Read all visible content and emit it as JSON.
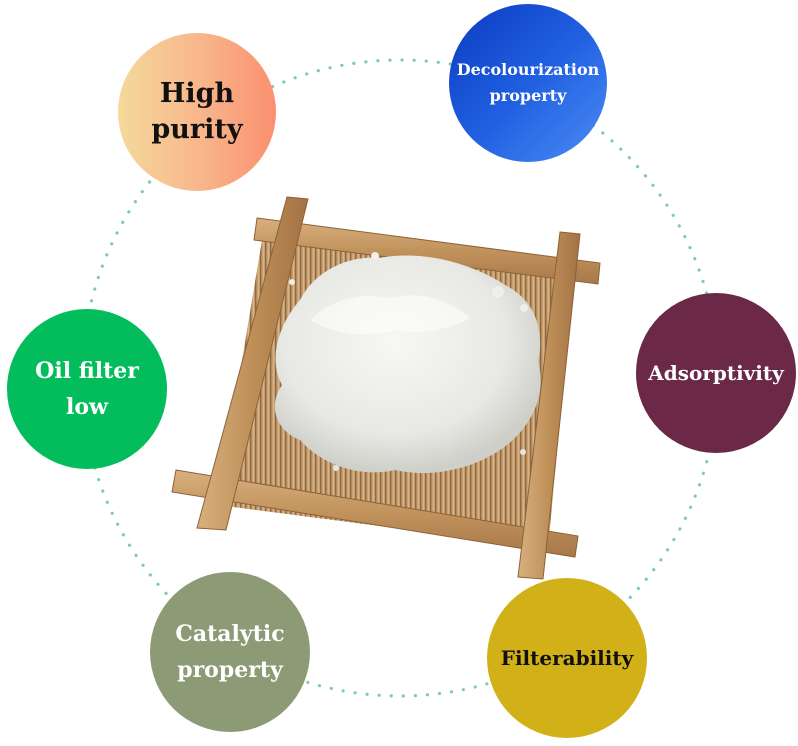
{
  "properties": {
    "high_purity": "High\npurity",
    "decolourization": "Decolourization\nproperty",
    "adsorptivity": "Adsorptivity",
    "filterability": "Filterability",
    "catalytic": "Catalytic\nproperty",
    "oil_filter": "Oil  filter\nlow"
  },
  "colors": {
    "connector_dots": "#7ecbb4",
    "high_purity": "#f8b48a",
    "decolourization": "#1f5fe0",
    "adsorptivity": "#6b2947",
    "filterability": "#d2b118",
    "catalytic": "#8c9a76",
    "oil_filter": "#03bd5d"
  },
  "image": {
    "subject": "white powder on bamboo tray"
  }
}
